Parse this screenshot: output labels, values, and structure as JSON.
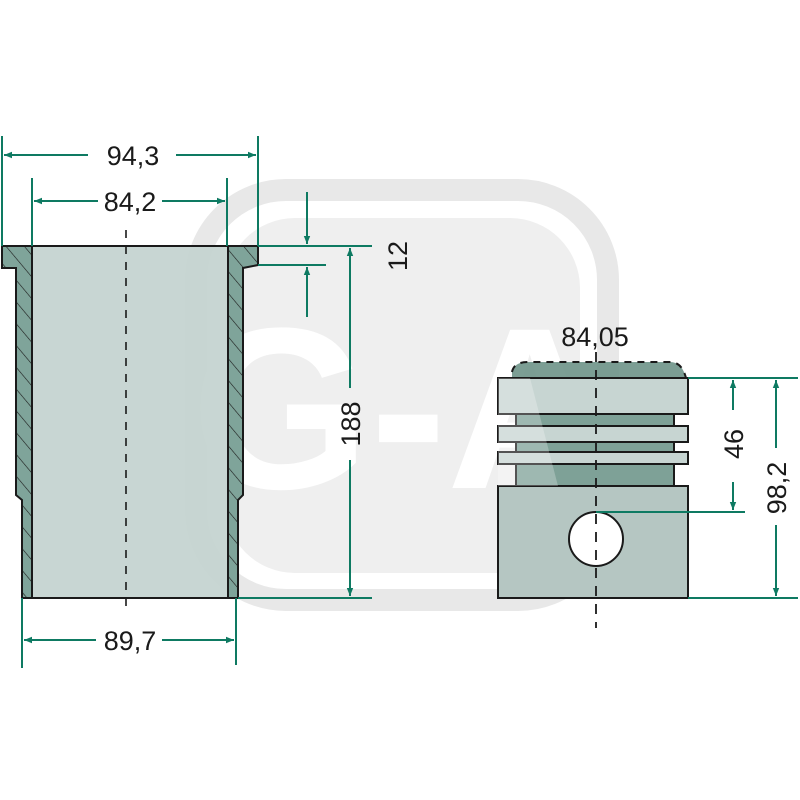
{
  "colors": {
    "dimension_line": "#0e7a62",
    "outline": "#1a1a1a",
    "liner_fill": "#c3d2cf",
    "wall_fill": "#7fa49a",
    "piston_light": "#c7d5d2",
    "piston_dark": "#7ea197",
    "watermark": "#e6e6e6",
    "background": "#ffffff"
  },
  "watermark": {
    "text": "G-A"
  },
  "cylinder_liner": {
    "dimensions": {
      "collar_outer_diameter": "94,3",
      "inner_diameter": "84,2",
      "collar_height": "12",
      "length": "188",
      "outer_diameter_bottom": "89,7"
    }
  },
  "piston": {
    "dimensions": {
      "diameter": "84,05",
      "compression_height": "46",
      "total_height": "98,2"
    }
  }
}
